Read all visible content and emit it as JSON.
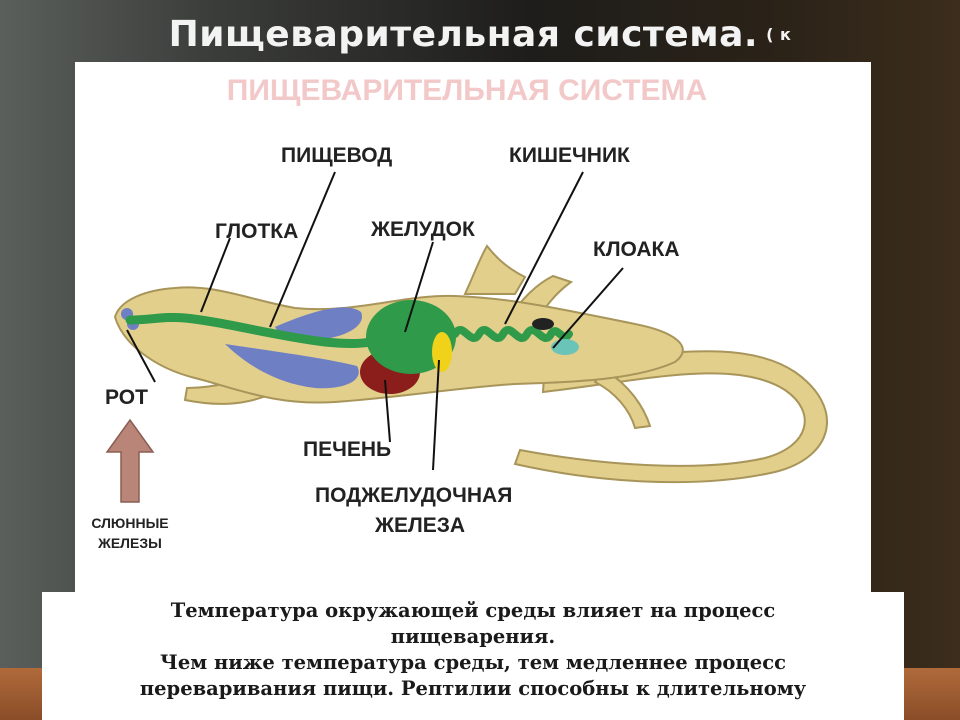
{
  "slide": {
    "title": "Пищеварительная система.",
    "title_suffix": "( к"
  },
  "diagram": {
    "heading": "ПИЩЕВАРИТЕЛЬНАЯ СИСТЕМА",
    "labels": {
      "pharynx": "ГЛОТКА",
      "esophagus": "ПИЩЕВОД",
      "stomach": "ЖЕЛУДОК",
      "intestine": "КИШЕЧНИК",
      "cloaca": "КЛОАКА",
      "mouth": "РОТ",
      "liver": "ПЕЧЕНЬ",
      "pancreas_line1": "ПОДЖЕЛУДОЧНАЯ",
      "pancreas_line2": "ЖЕЛЕЗА",
      "salivary_line1": "СЛЮННЫЕ",
      "salivary_line2": "ЖЕЛЕЗЫ"
    },
    "colors": {
      "body": "#e2cf8c",
      "body_outline": "#a8955a",
      "digestive_tract": "#2e9a4a",
      "lungs": "#6f7fc4",
      "liver": "#8b1d1a",
      "pancreas": "#f0d21a",
      "heading": "#f2c8c8",
      "arrow": "#b98578"
    }
  },
  "caption": {
    "line1": "Температура окружающей среды влияет на процесс",
    "line2": "пищеварения.",
    "line3": "Чем ниже температура среды, тем медленнее процесс",
    "line4": "переваривания пищи. Рептилии способны  к длительному"
  }
}
